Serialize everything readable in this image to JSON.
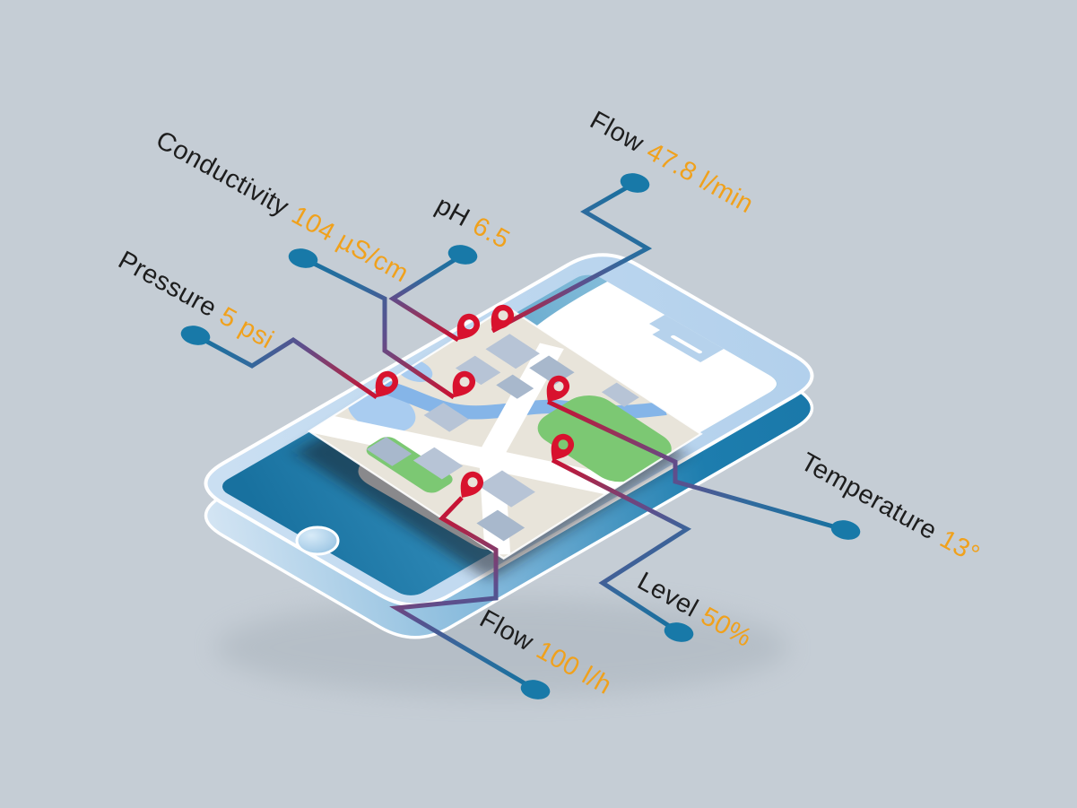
{
  "scene_colors": {
    "background": "#c5cdd5",
    "phone_top_face": "#b6d2ec",
    "phone_side": "#1d7dae",
    "screen_glass_teal": "#2a84b2",
    "map_background": "#e8e4da",
    "map_road": "#ffffff",
    "map_park_green": "#7cc873",
    "map_river_blue": "#85b5e8",
    "map_building": "#b7c4d6",
    "pin_red": "#d8122e",
    "endpoint_dot": "#1879a8",
    "connector_blue_end": "#16719f",
    "connector_red_end": "#cb1031",
    "label_text": "#1d1d1d",
    "value_text": "#f0a11c"
  },
  "sensors": [
    {
      "id": "flow-top",
      "name": "Flow",
      "value": "47.8 l/min"
    },
    {
      "id": "conductivity",
      "name": "Conductivity",
      "value": "104 µS/cm"
    },
    {
      "id": "ph",
      "name": "pH",
      "value": "6.5"
    },
    {
      "id": "pressure",
      "name": "Pressure",
      "value": "5 psi"
    },
    {
      "id": "temperature",
      "name": "Temperature",
      "value": "13°"
    },
    {
      "id": "level",
      "name": "Level",
      "value": "50%"
    },
    {
      "id": "flow-bottom",
      "name": "Flow",
      "value": "100 l/h"
    }
  ]
}
